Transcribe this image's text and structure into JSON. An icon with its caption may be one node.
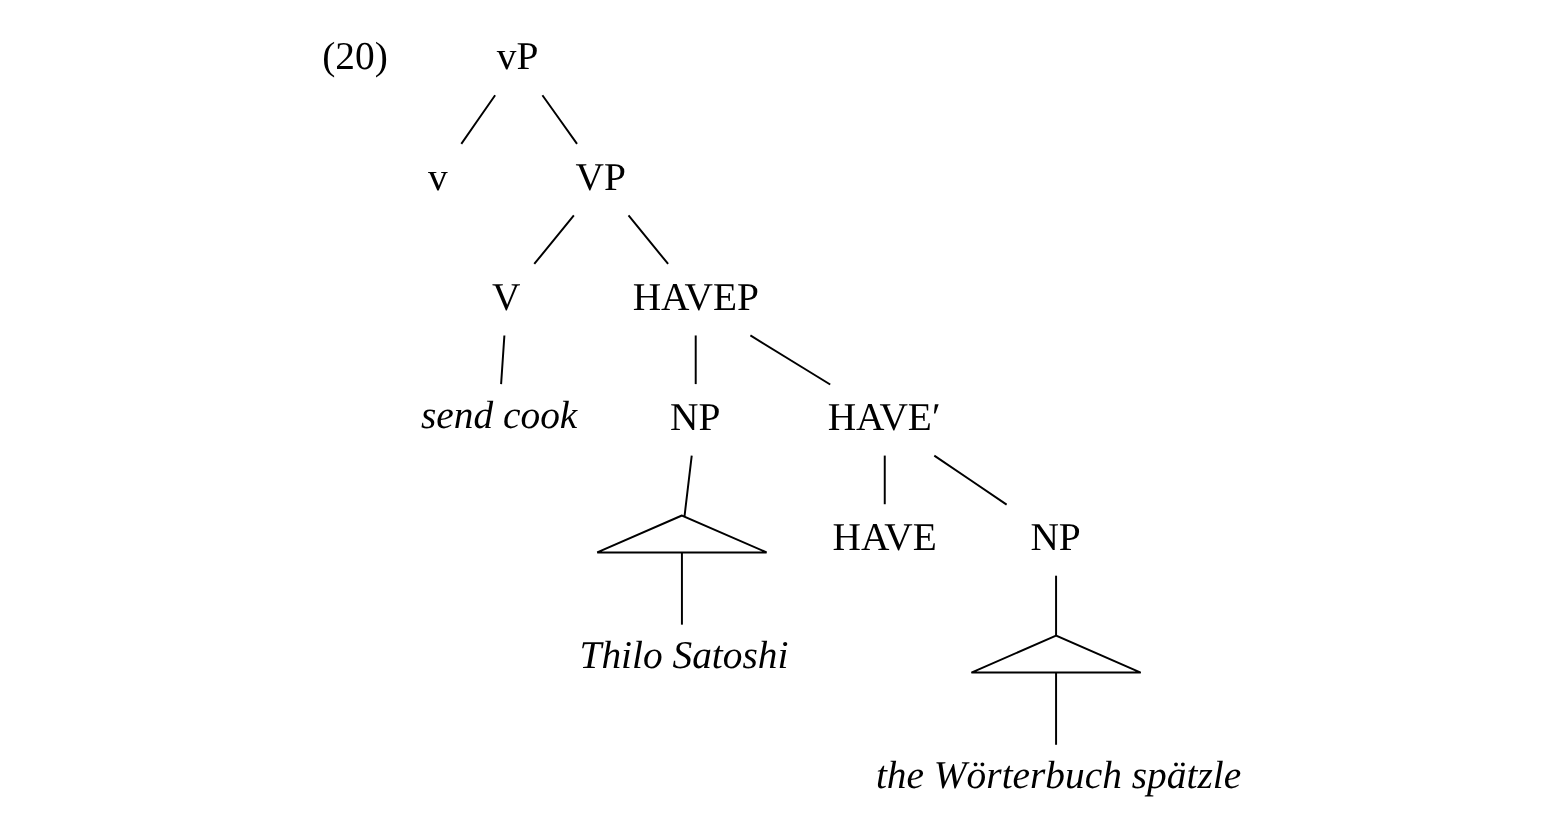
{
  "diagram": {
    "nodes": [
      {
        "text": [
          "vP"
        ]
      },
      {
        "text": [
          "v"
        ]
      },
      {
        "text": [
          "VP"
        ]
      },
      {
        "text": [
          "V"
        ]
      },
      {
        "text": [
          "HAVEP"
        ]
      },
      {
        "text": [
          "send cook"
        ]
      },
      {
        "text": [
          "NP"
        ]
      },
      {
        "text": [
          "HAVE′"
        ]
      },
      {
        "text": [],
        "shape": "triangle"
      },
      {
        "text": [
          "Thilo Satoshi"
        ]
      },
      {
        "text": [
          "HAVE"
        ]
      },
      {
        "text": [
          "NP"
        ]
      },
      {
        "text": [],
        "shape": "triangle"
      },
      {
        "text": [
          "the Wörterbuch spätzle"
        ]
      }
    ],
    "edges": [
      {
        "from": 0,
        "to": 1,
        "arrow": "none"
      },
      {
        "from": 0,
        "to": 2,
        "arrow": "none"
      },
      {
        "from": 2,
        "to": 3,
        "arrow": "none"
      },
      {
        "from": 2,
        "to": 4,
        "arrow": "none"
      },
      {
        "from": 3,
        "to": 5,
        "arrow": "none"
      },
      {
        "from": 4,
        "to": 6,
        "arrow": "none"
      },
      {
        "from": 4,
        "to": 7,
        "arrow": "none"
      },
      {
        "from": 6,
        "to": 8,
        "arrow": "none"
      },
      {
        "from": 8,
        "to": 9,
        "arrow": "none"
      },
      {
        "from": 7,
        "to": 10,
        "arrow": "none"
      },
      {
        "from": 7,
        "to": 11,
        "arrow": "none"
      },
      {
        "from": 11,
        "to": 12,
        "arrow": "none"
      },
      {
        "from": 12,
        "to": 13,
        "arrow": "none"
      }
    ],
    "labels": [
      "(20)"
    ]
  }
}
